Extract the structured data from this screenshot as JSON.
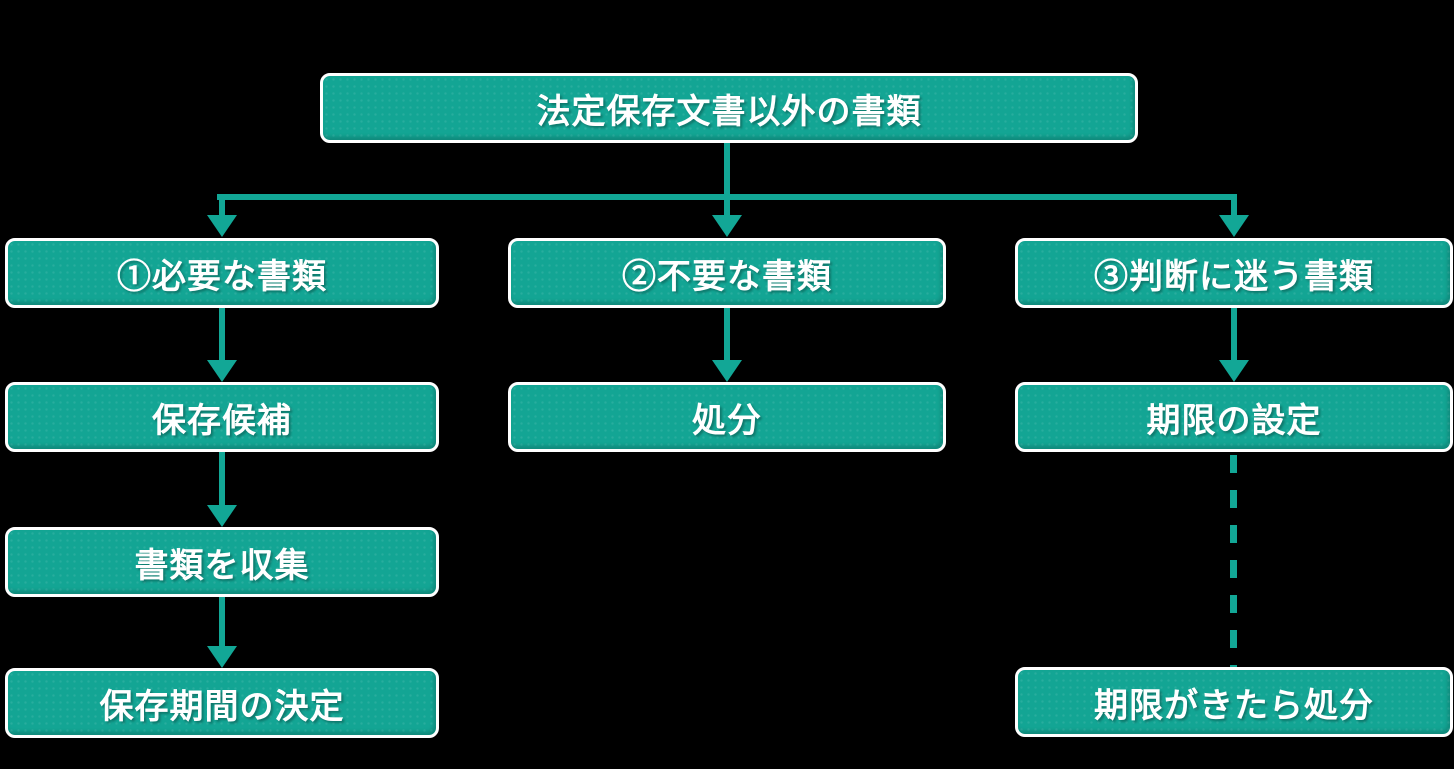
{
  "diagram": {
    "title": "法定保存文書以外の書類",
    "columns": [
      {
        "header": "①必要な書類",
        "steps": [
          "保存候補",
          "書類を収集",
          "保存期間の決定"
        ]
      },
      {
        "header": "②不要な書類",
        "steps": [
          "処分"
        ]
      },
      {
        "header": "③判断に迷う書類",
        "steps": [
          "期限の設定",
          "期限がきたら処分"
        ]
      }
    ],
    "connector_styles": {
      "solid": "solid arrow",
      "dashed": "dashed line between 期限の設定 and 期限がきたら処分"
    }
  },
  "colors": {
    "background": "#000000",
    "box_fill": "#13a594",
    "box_border": "#ffffff",
    "connector": "#12a796",
    "text": "#ffffff"
  }
}
